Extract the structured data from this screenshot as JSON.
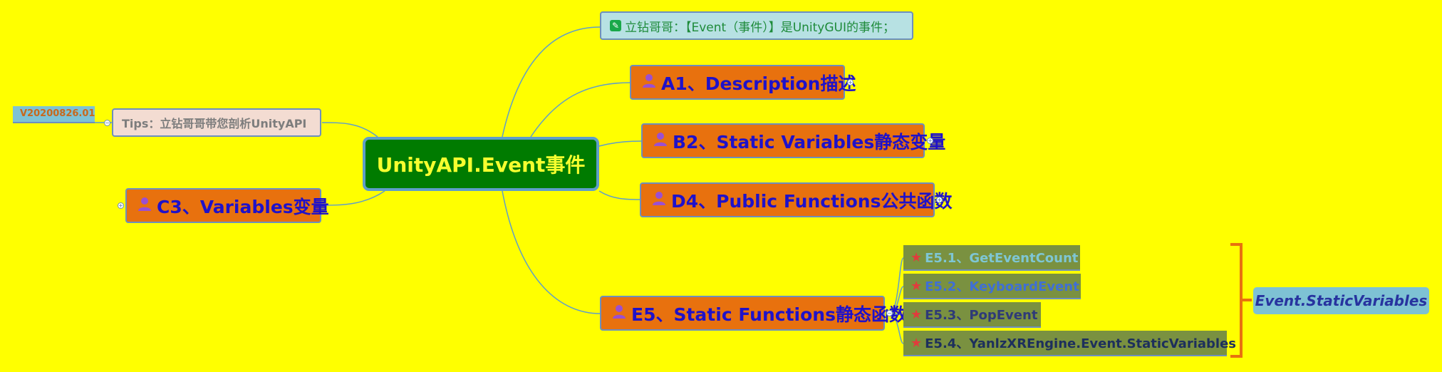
{
  "central": {
    "label": "UnityAPI.Event事件"
  },
  "tip_top": {
    "label": "立钻哥哥：【Event（事件）】是UnityGUI的事件；"
  },
  "branches": {
    "a1": {
      "label": "A1、Description描述"
    },
    "b2": {
      "label": "B2、Static Variables静态变量"
    },
    "d4": {
      "label": "D4、Public Functions公共函数"
    },
    "e5": {
      "label": "E5、Static Functions静态函数"
    },
    "c3": {
      "label": "C3、Variables变量"
    }
  },
  "tips_left": {
    "label": "Tips：立钻哥哥带您剖析UnityAPI"
  },
  "version": {
    "label": "V20200826.01"
  },
  "e5_children": [
    {
      "label": "E5.1、GetEventCount",
      "color": "#7ec6d4"
    },
    {
      "label": "E5.2、KeyboardEvent",
      "color": "#3f6fd6"
    },
    {
      "label": "E5.3、PopEvent",
      "color": "#2e3a78"
    },
    {
      "label": "E5.4、YanlzXREngine.Event.StaticVariables",
      "color": "#1d2f5c"
    }
  ],
  "summary": {
    "label": "Event.StaticVariables"
  },
  "colors": {
    "background": "#ffff00",
    "central_fill": "#007b00",
    "branch_fill": "#e8710e",
    "branch_text": "#1f11c9",
    "sub_fill": "#7a9140",
    "bracket": "#e8710e"
  },
  "icons": {
    "branch": "person-icon",
    "tip": "pencil-icon",
    "sub": "star-icon"
  }
}
